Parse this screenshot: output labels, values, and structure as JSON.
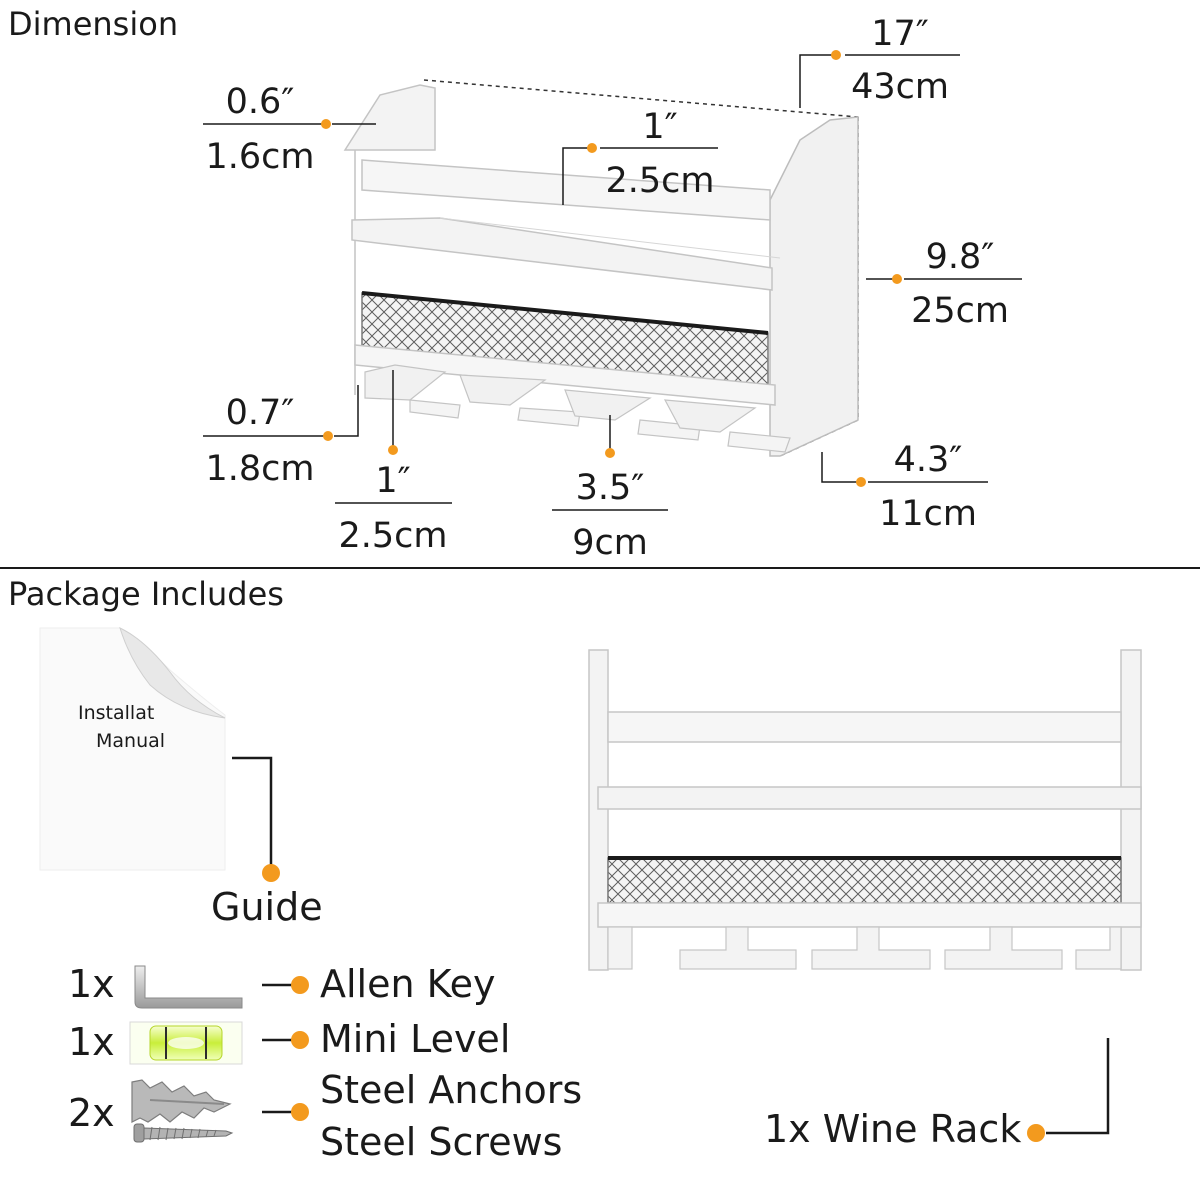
{
  "sections": {
    "dimension_title": "Dimension",
    "package_title": "Package Includes"
  },
  "dimensions": {
    "width": {
      "imperial": "17″",
      "metric": "43cm"
    },
    "top_board": {
      "imperial": "0.6″",
      "metric": "1.6cm"
    },
    "shelf_gap": {
      "imperial": "1″",
      "metric": "2.5cm"
    },
    "height": {
      "imperial": "9.8″",
      "metric": "25cm"
    },
    "bottom_board": {
      "imperial": "0.7″",
      "metric": "1.8cm"
    },
    "slot_width": {
      "imperial": "1″",
      "metric": "2.5cm"
    },
    "slot_spacing": {
      "imperial": "3.5″",
      "metric": "9cm"
    },
    "depth": {
      "imperial": "4.3″",
      "metric": "11cm"
    }
  },
  "package": {
    "manual_line1": "Installat",
    "manual_line2": "Manual",
    "guide_label": "Guide",
    "items": [
      {
        "qty": "1x",
        "label": "Allen Key"
      },
      {
        "qty": "1x",
        "label": "Mini Level"
      },
      {
        "qty": "2x",
        "label": "Steel Anchors",
        "label2": "Steel Screws"
      }
    ],
    "wine_rack_label": "1x Wine Rack"
  },
  "colors": {
    "accent": "#f39a1e",
    "text": "#1a1a1a",
    "shelf": "#f2f2f2",
    "shelf_edge": "#c9c9c9",
    "mesh": "#7a7a7a"
  }
}
